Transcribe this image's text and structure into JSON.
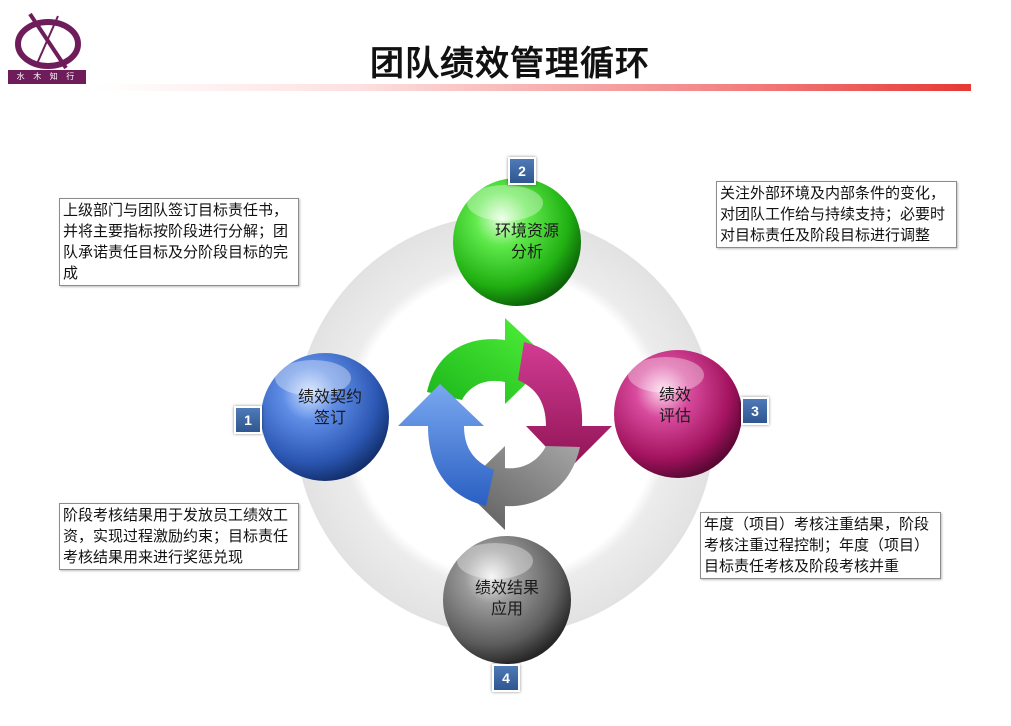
{
  "logo": {
    "text": "水 木 知 行"
  },
  "title": "团队绩效管理循环",
  "steps": [
    {
      "number": "1",
      "label": "绩效契约\n签订",
      "color": "#3b6fd1",
      "note": "上级部门与团队签订目标责任书，并将主要指标按阶段进行分解；团队承诺责任目标及分阶段目标的完成"
    },
    {
      "number": "2",
      "label": "环境资源\n分析",
      "color": "#3fcf2a",
      "note": "关注外部环境及内部条件的变化，对团队工作给与持续支持；必要时对目标责任及阶段目标进行调整"
    },
    {
      "number": "3",
      "label": "绩效\n评估",
      "color": "#c0247a",
      "note": "年度（项目）考核注重结果，阶段考核注重过程控制；年度（项目）目标责任考核及阶段考核并重"
    },
    {
      "number": "4",
      "label": "绩效结果\n应用",
      "color": "#6b6b6b",
      "note": "阶段考核结果用于发放员工绩效工资，实现过程激励约束；目标责任考核结果用来进行奖惩兑现"
    }
  ],
  "colors": {
    "title_bar": "#e53935",
    "badge": "#3c67a6",
    "ring": "#e6e6e6"
  }
}
